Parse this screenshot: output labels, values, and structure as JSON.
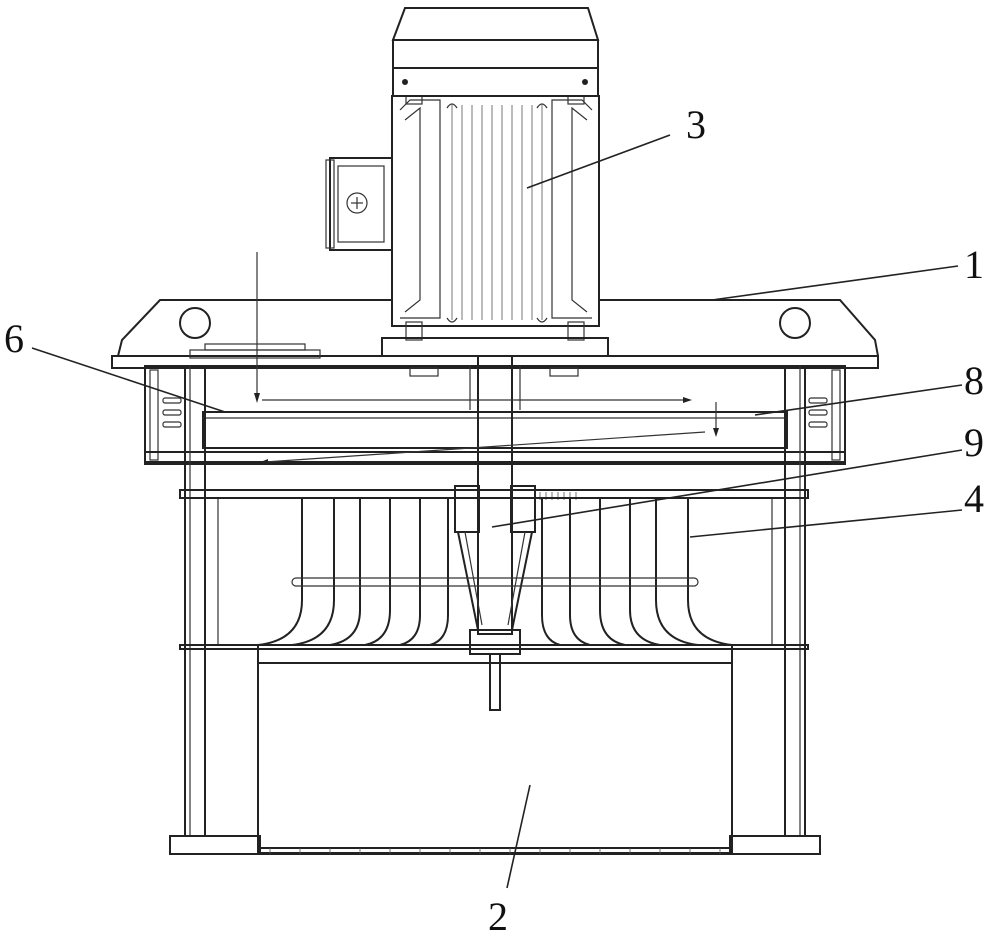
{
  "labels": {
    "l1": "1",
    "l2": "2",
    "l3": "3",
    "l4": "4",
    "l6": "6",
    "l8": "8",
    "l9": "9"
  }
}
